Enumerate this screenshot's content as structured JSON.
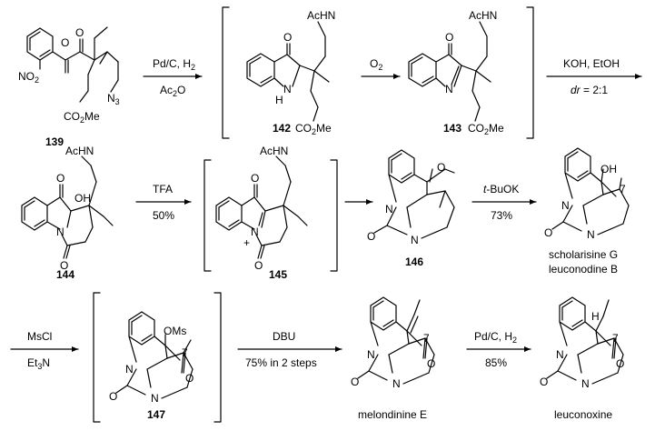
{
  "compounds": {
    "c139": "139",
    "c142": "142",
    "c143": "143",
    "c144": "144",
    "c145": "145",
    "c146": "146",
    "c147": "147",
    "scholarisine": "scholarisine G",
    "leuconodine": "leuconodine B",
    "melondinine": "melondinine E",
    "leuconoxine": "leuconoxine"
  },
  "atoms": {
    "o": "O",
    "no2_n": "NO",
    "no2_sub": "2",
    "n3_n": "N",
    "n3_sub": "3",
    "co2me_a": "CO",
    "co2me_sub": "2",
    "co2me_b": "Me",
    "achn": "AcHN",
    "nh_n": "N",
    "nh_h": "H",
    "n": "N",
    "oh": "OH",
    "plus": "+",
    "oms": "OMs",
    "h": "H",
    "seven": "7"
  },
  "conditions": {
    "step1_top": "Pd/C, H",
    "step1_top_sub": "2",
    "step1_bottom": "Ac",
    "step1_bottom_sub": "2",
    "step1_bottom_end": "O",
    "step2_top": "O",
    "step2_top_sub": "2",
    "step3_top": "KOH, EtOH",
    "step3_dr": "dr",
    "step3_ratio": " = 2:1",
    "step4_top": "TFA",
    "step4_bottom": "50%",
    "step6_reagent_prefix": "t",
    "step6_reagent": "-BuOK",
    "step6_yield": "73%",
    "step7_top": "MsCl",
    "step7_bottom": "Et",
    "step7_bottom_sub": "3",
    "step7_bottom_end": "N",
    "step8_top": "DBU",
    "step8_bottom": "75% in 2 steps",
    "step9_top": "Pd/C, H",
    "step9_top_sub": "2",
    "step9_bottom": "85%"
  }
}
